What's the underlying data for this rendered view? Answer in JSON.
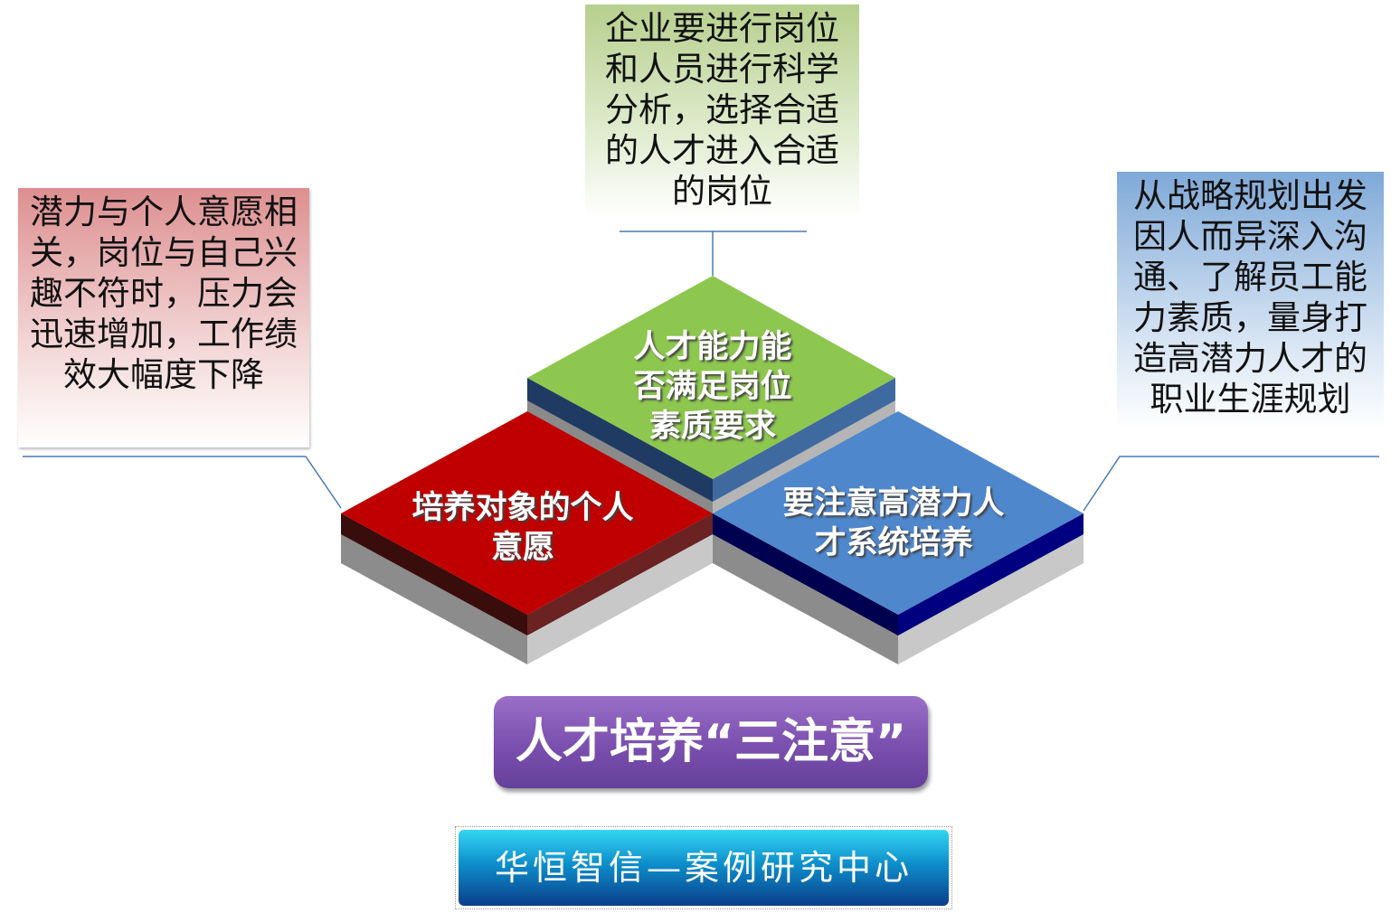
{
  "notes": {
    "left": "潜力与个人意愿相关，岗位与自己兴趣不符时，压力会迅速增加，工作绩效大幅度下降",
    "top": "企业要进行岗位和人员进行科学分析，选择合适的人才进入合适的岗位",
    "right": "从战略规划出发因人而异深入沟通、了解员工能力素质，量身打造高潜力人才的职业生涯规划"
  },
  "diamonds": {
    "top": {
      "line1": "人才能力能",
      "line2": "否满足岗位",
      "line3": "素质要求",
      "color": "#8dc74f"
    },
    "left": {
      "line1": "培养对象的个人",
      "line2": "意愿",
      "color": "#c00000"
    },
    "right": {
      "line1": "要注意高潜力人",
      "line2": "才系统培养",
      "color": "#4f87cc"
    }
  },
  "title": "人才培养“三注意”",
  "footer": "华恒智信—案例研究中心"
}
